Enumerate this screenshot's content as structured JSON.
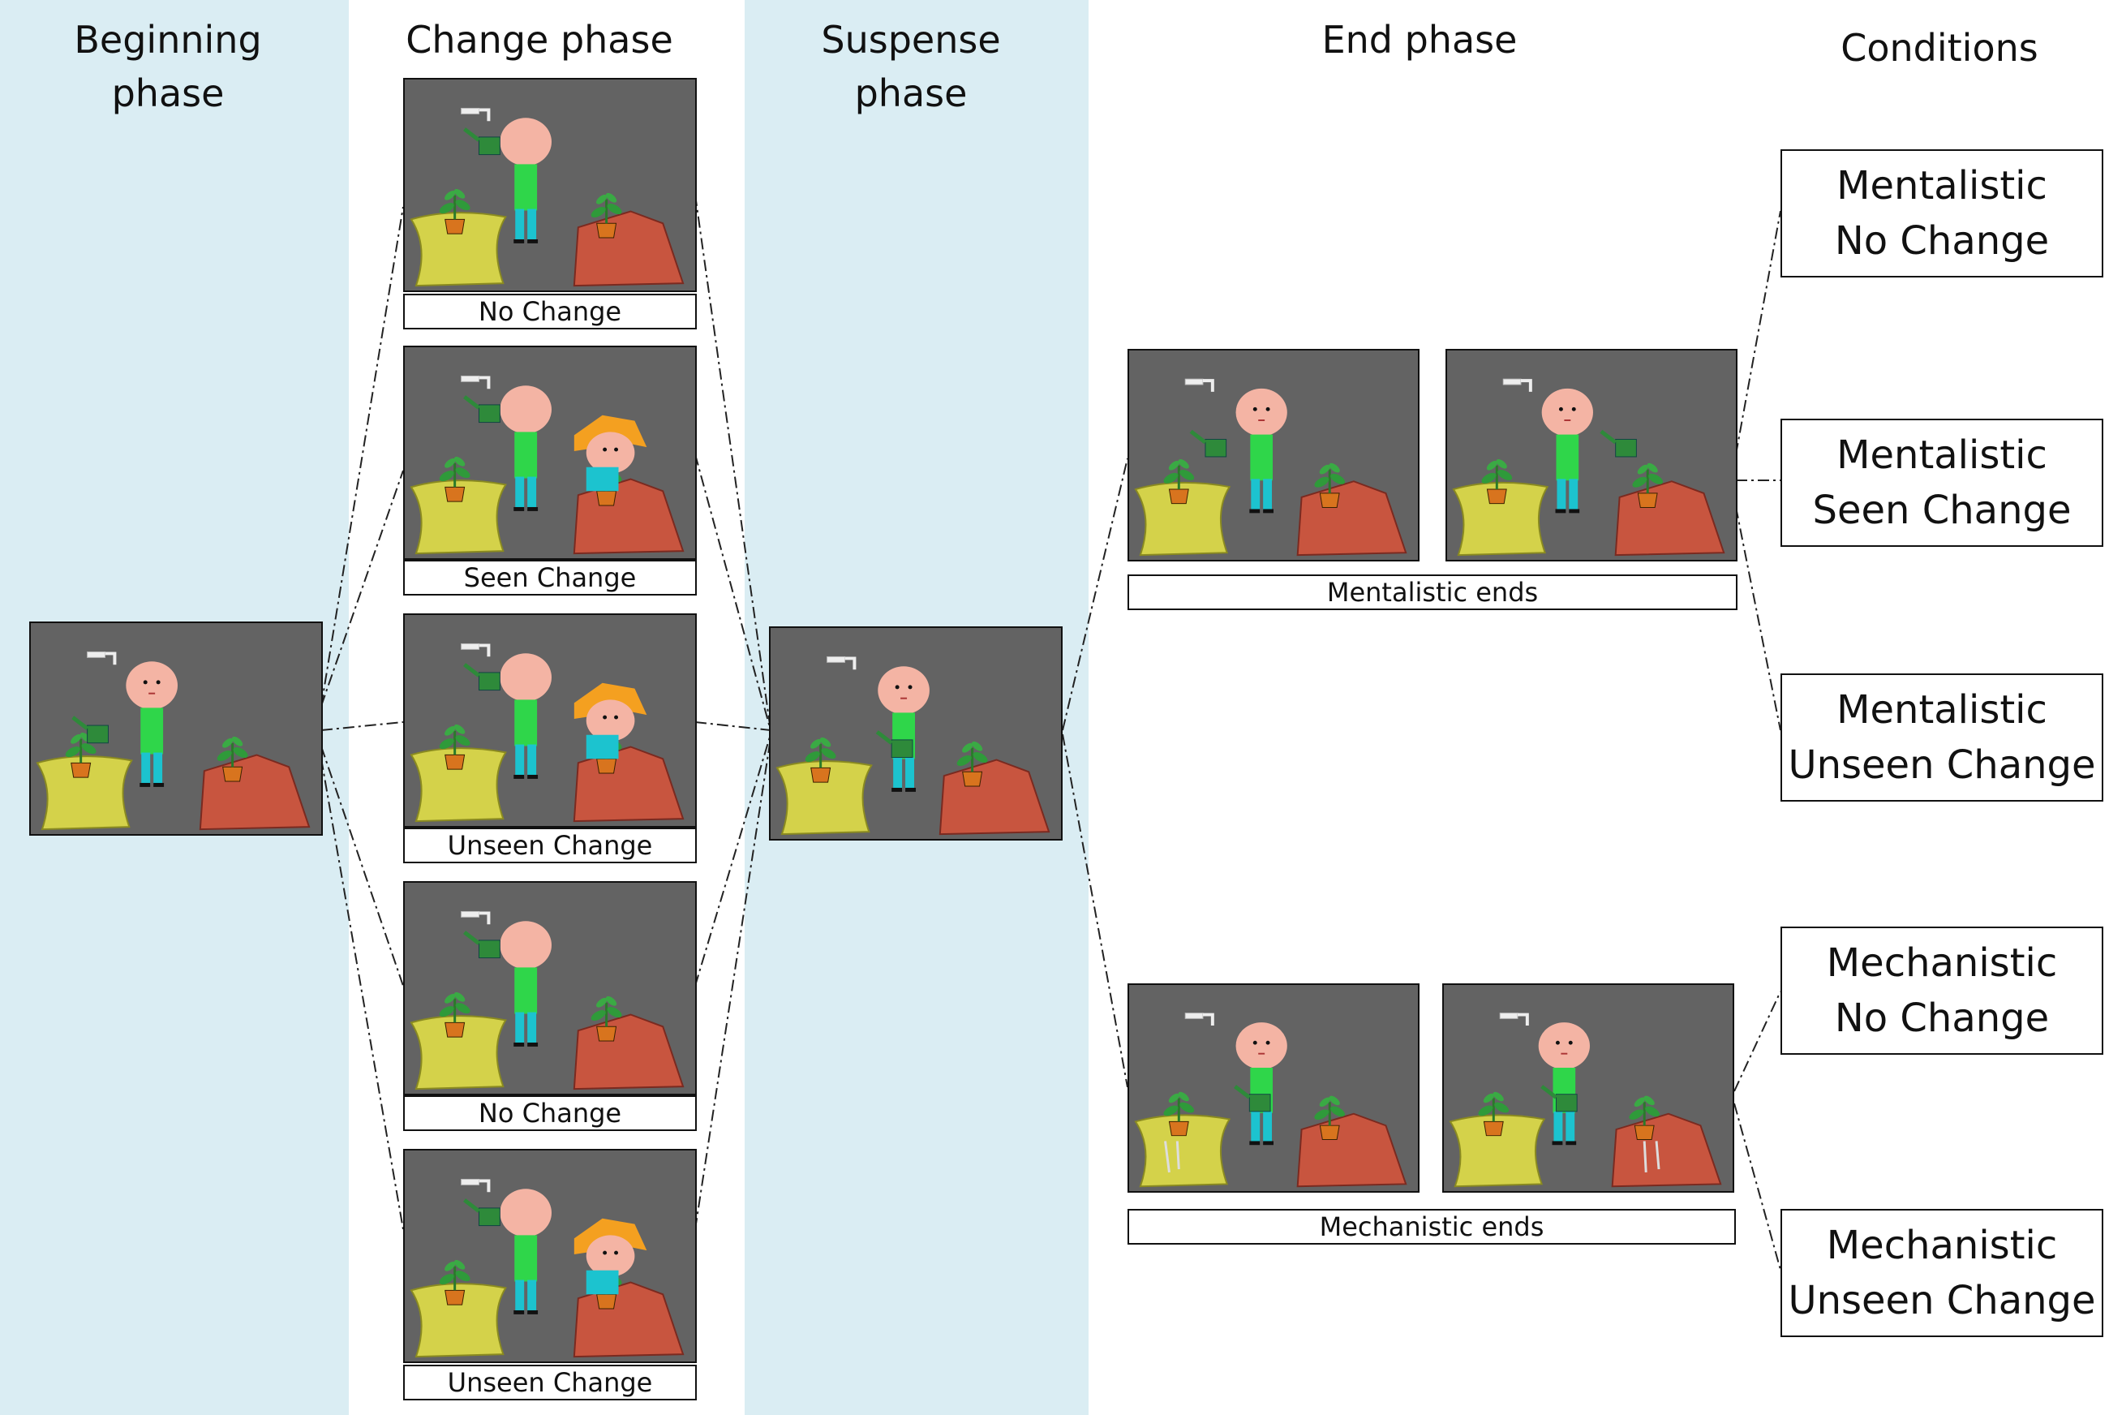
{
  "headers": {
    "beginning": "Beginning\nphase",
    "change": "Change phase",
    "suspense": "Suspense\nphase",
    "end": "End phase",
    "conditions": "Conditions"
  },
  "change_captions": [
    "No Change",
    "Seen Change",
    "Unseen Change",
    "No Change",
    "Unseen Change"
  ],
  "end_captions": {
    "mentalistic": "Mentalistic ends",
    "mechanistic": "Mechanistic ends"
  },
  "conditions": [
    {
      "line1": "Mentalistic",
      "line2": "No Change"
    },
    {
      "line1": "Mentalistic",
      "line2": "Seen Change"
    },
    {
      "line1": "Mentalistic",
      "line2": "Unseen Change"
    },
    {
      "line1": "Mechanistic",
      "line2": "No Change"
    },
    {
      "line1": "Mechanistic",
      "line2": "Unseen Change"
    }
  ],
  "colors": {
    "phase_band": "#daedf3",
    "scene_background": "#636363",
    "yellow_pot": "#d4d24a",
    "red_pot": "#c8553f",
    "shirt": "#2fd64a",
    "pants": "#1cc3cf",
    "skin": "#f4b4a4",
    "girl_hair": "#f4a020"
  }
}
